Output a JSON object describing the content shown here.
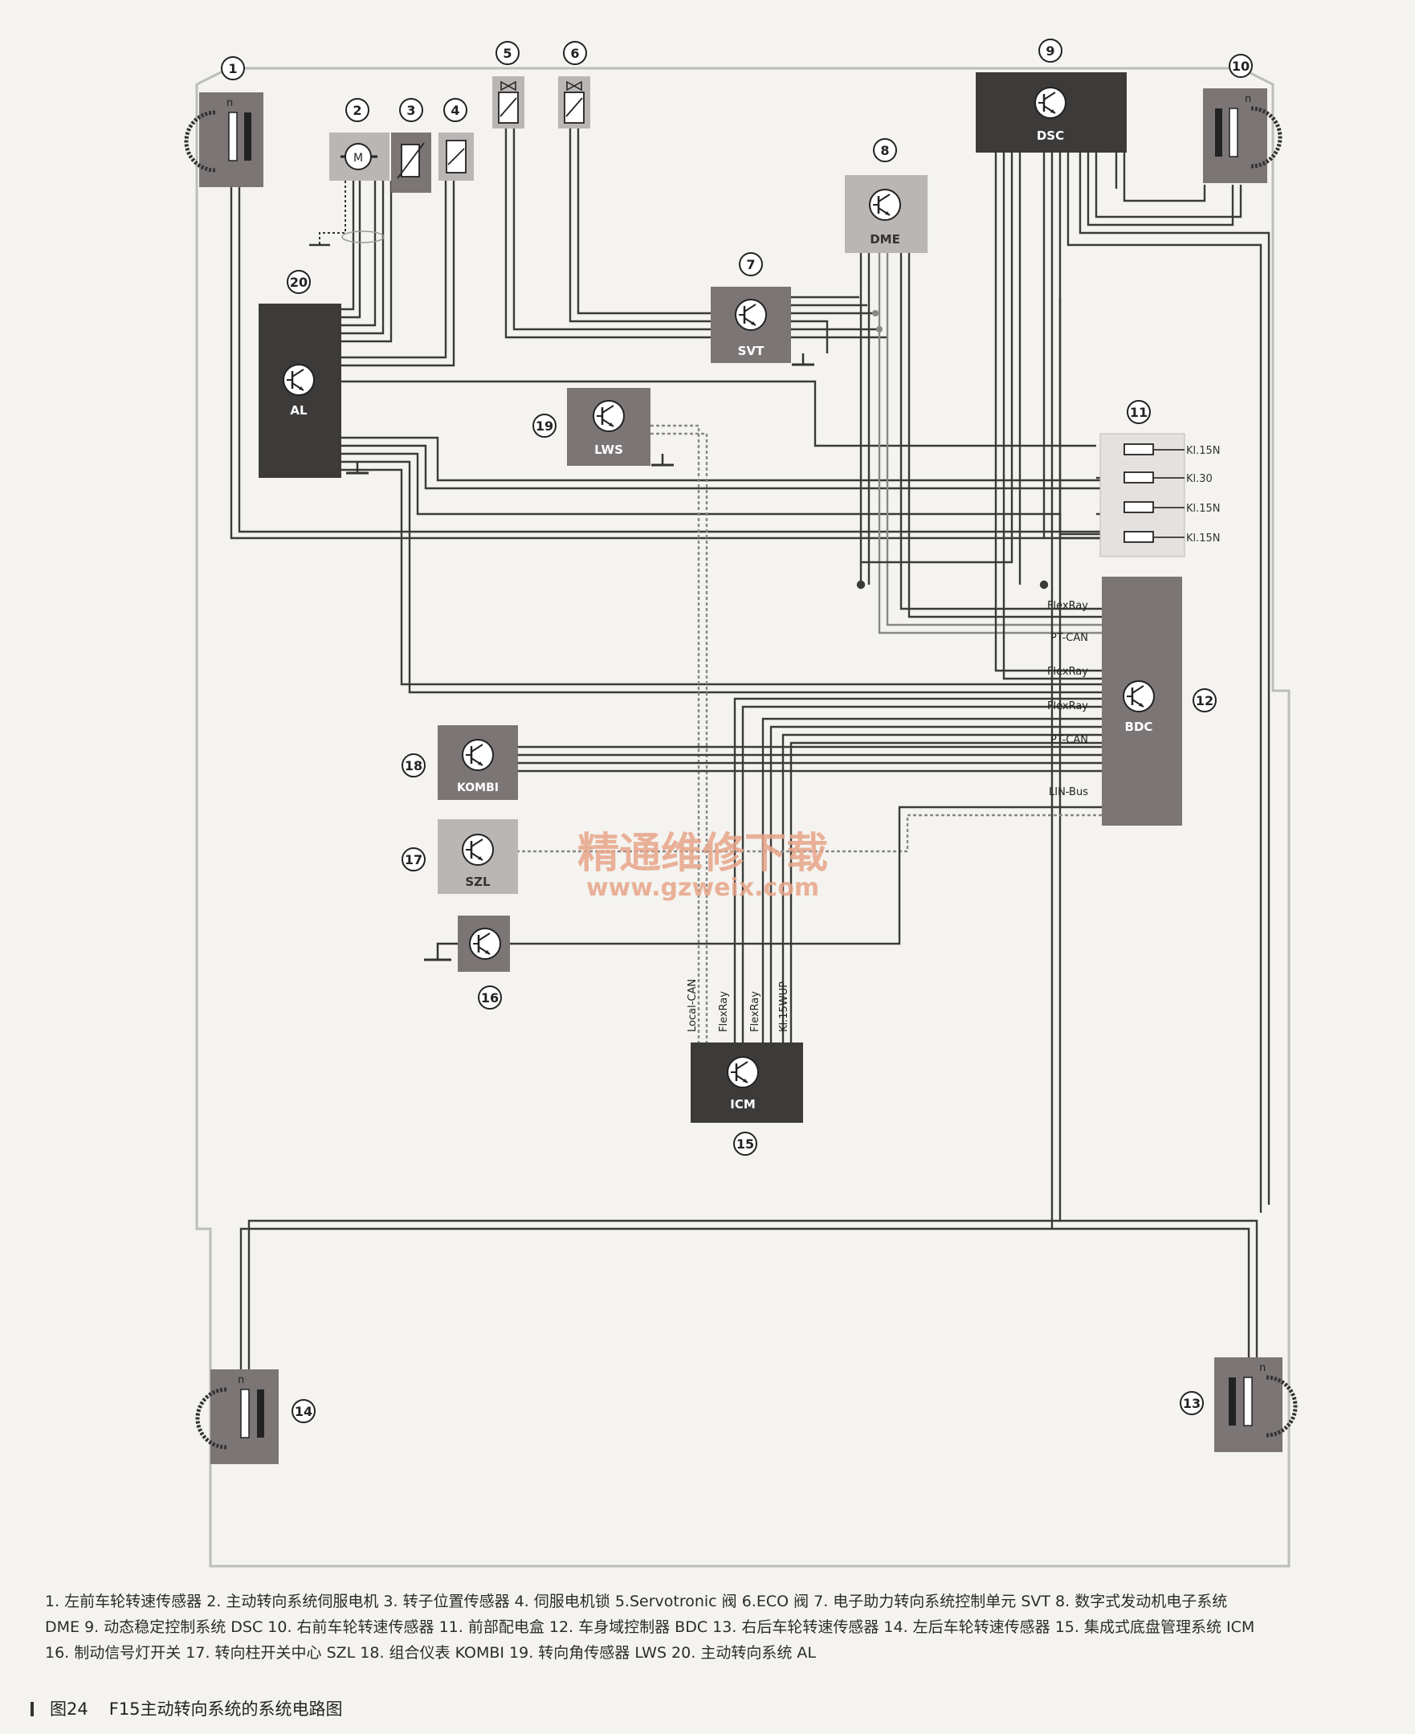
{
  "modules": {
    "al": {
      "num": "20",
      "label": "AL"
    },
    "svt": {
      "num": "7",
      "label": "SVT"
    },
    "dme": {
      "num": "8",
      "label": "DME"
    },
    "dsc": {
      "num": "9",
      "label": "DSC"
    },
    "lws": {
      "num": "19",
      "label": "LWS"
    },
    "bdc": {
      "num": "12",
      "label": "BDC"
    },
    "kombi": {
      "num": "18",
      "label": "KOMBI"
    },
    "szl": {
      "num": "17",
      "label": "SZL"
    },
    "brake": {
      "num": "16"
    },
    "icm": {
      "num": "15",
      "label": "ICM"
    }
  },
  "sensors": {
    "s1": {
      "num": "1"
    },
    "s10": {
      "num": "10"
    },
    "s13": {
      "num": "13"
    },
    "s14": {
      "num": "14"
    },
    "n_mark": "n"
  },
  "components": {
    "c2": "2",
    "c3": "3",
    "c4": "4",
    "c5": "5",
    "c6": "6",
    "c11": "11",
    "motor_m": "M"
  },
  "fuses": [
    "Kl.15N",
    "Kl.30",
    "Kl.15N",
    "Kl.15N"
  ],
  "bus_labels": {
    "bdc": [
      "FlexRay",
      "PT-CAN",
      "FlexRay",
      "FlexRay",
      "PT-CAN",
      "LIN-Bus"
    ],
    "icm": [
      "Local-CAN",
      "FlexRay",
      "FlexRay",
      "Kl.15WUP"
    ]
  },
  "watermark": {
    "line1": "精通维修下载",
    "line2": "www.gzweix.com",
    "color": "#e8a58a"
  },
  "colors": {
    "dark_module": "#3d3b3a",
    "mid_module": "#7b7675",
    "light_module": "#bab6b4",
    "wire": "#3a3a3a"
  },
  "caption": {
    "line1": "1. 左前车轮转速传感器 2. 主动转向系统伺服电机 3. 转子位置传感器 4. 伺服电机锁 5.Servotronic 阀 6.ECO 阀 7. 电子助力转向系统控制单元 SVT 8. 数字式发动机电子系统",
    "line2": "DME 9. 动态稳定控制系统 DSC 10. 右前车轮转速传感器 11. 前部配电盒 12. 车身域控制器 BDC 13. 右后车轮转速传感器 14. 左后车轮转速传感器 15. 集成式底盘管理系统 ICM",
    "line3": "16. 制动信号灯开关 17. 转向柱开关中心 SZL 18. 组合仪表 KOMBI 19. 转向角传感器 LWS 20. 主动转向系统 AL"
  },
  "figure": {
    "number": "图24",
    "title": "F15主动转向系统的系统电路图"
  }
}
